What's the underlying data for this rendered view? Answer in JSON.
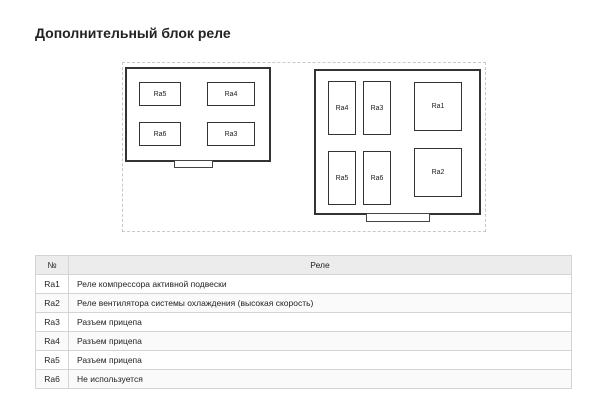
{
  "page": {
    "title": "Дополнительный блок реле"
  },
  "diagram": {
    "left_block": {
      "relays": [
        "Ra5",
        "Ra4",
        "Ra6",
        "Ra3"
      ]
    },
    "right_block": {
      "relays": [
        "Ra4",
        "Ra3",
        "Ra1",
        "Ra5",
        "Ra6",
        "Ra2"
      ]
    }
  },
  "table": {
    "headers": [
      "№",
      "Реле"
    ],
    "rows": [
      {
        "num": "Ra1",
        "desc": "Реле компрессора активной подвески"
      },
      {
        "num": "Ra2",
        "desc": "Реле вентилятора системы охлаждения (высокая скорость)"
      },
      {
        "num": "Ra3",
        "desc": "Разъем прицепа"
      },
      {
        "num": "Ra4",
        "desc": "Разъем прицепа"
      },
      {
        "num": "Ra5",
        "desc": "Разъем прицепа"
      },
      {
        "num": "Ra6",
        "desc": "Не используется"
      }
    ]
  }
}
